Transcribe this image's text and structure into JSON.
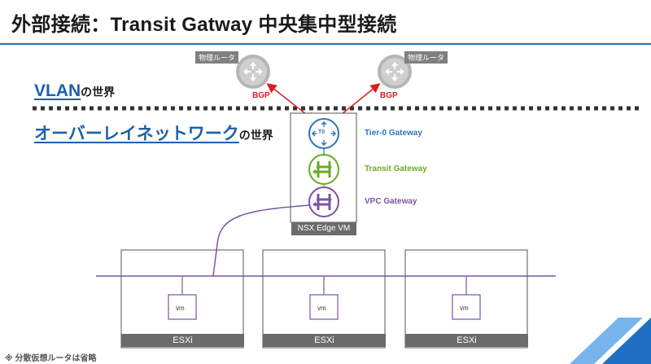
{
  "title": "外部接続：Transit Gatway 中央集中型接続",
  "vlan_world": {
    "big": "VLAN",
    "small": "の世界"
  },
  "overlay_world": {
    "big": "オーバーレイネットワーク",
    "small": "の世界"
  },
  "routers": [
    {
      "tag": "物理ルータ",
      "bgp": "BGP"
    },
    {
      "tag": "物理ルータ",
      "bgp": "BGP"
    }
  ],
  "gateways": {
    "tier0": {
      "label": "Tier-0 Gateway",
      "icon_text": "T0",
      "color": "#2e75b6"
    },
    "transit": {
      "label": "Transit Gateway",
      "color": "#6aad1f"
    },
    "vpc": {
      "label": "VPC Gateway",
      "color": "#7a55a3"
    }
  },
  "nsx_edge": {
    "label": "NSX Edge VM"
  },
  "hosts": [
    {
      "label": "ESXi",
      "vm": "vm"
    },
    {
      "label": "ESXi",
      "vm": "vm"
    },
    {
      "label": "ESXi",
      "vm": "vm"
    }
  ],
  "note": "※ 分散仮想ルータは省略",
  "colors": {
    "accent": "#2a6db3",
    "bgp": "#d81e1e"
  }
}
